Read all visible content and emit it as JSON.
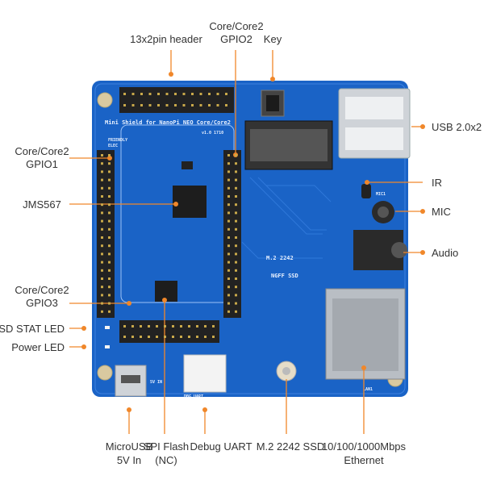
{
  "labels": {
    "header_13x2": "13x2pin header",
    "gpio2_l1": "Core/Core2",
    "gpio2_l2": "GPIO2",
    "key": "Key",
    "usb": "USB 2.0x2",
    "gpio1_l1": "Core/Core2",
    "gpio1_l2": "GPIO1",
    "jms567": "JMS567",
    "ir": "IR",
    "mic": "MIC",
    "audio": "Audio",
    "gpio3_l1": "Core/Core2",
    "gpio3_l2": "GPIO3",
    "ssd_led": "SSD STAT LED",
    "power_led": "Power LED",
    "microusb_l1": "MicroUSB",
    "microusb_l2": "5V In",
    "spi_l1": "SPI Flash",
    "spi_l2": "(NC)",
    "uart": "Debug UART",
    "m2": "M.2 2242 SSD",
    "eth_l1": "10/100/1000Mbps",
    "eth_l2": "Ethernet"
  },
  "silkscreen": {
    "title": "Mini Shield for NanoPi NEO Core/Core2",
    "version": "v1.0 1710",
    "brand_l1": "FRIENDLY",
    "brand_l2": "ELEC",
    "m2": "M.2 2242",
    "ngff": "NGFF SSD",
    "dbg": "DBG_UART",
    "vin": "5V IN",
    "lan": "LAN1",
    "mic": "MIC1"
  },
  "colors": {
    "board": "#1a63c6",
    "accent": "#f0872a"
  }
}
